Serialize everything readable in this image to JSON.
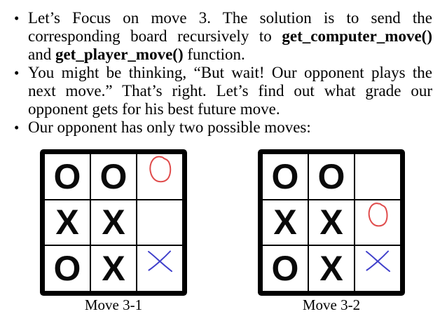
{
  "slide": {
    "background": "#ffffff",
    "text_color": "#000000"
  },
  "list": {
    "marker": "•"
  },
  "bullets": [
    {
      "lines": [
        [
          {
            "text": "Let’s Focus on move 3. The solution is to send the",
            "bold": false
          }
        ],
        [
          {
            "text": "corresponding board recursively to ",
            "bold": false
          },
          {
            "text": "get_computer_move()",
            "bold": true
          }
        ],
        [
          {
            "text": "and ",
            "bold": false
          },
          {
            "text": "get_player_move()",
            "bold": true
          },
          {
            "text": " function.",
            "bold": false
          }
        ]
      ]
    },
    {
      "lines": [
        [
          {
            "text": "You might be thinking, “But wait! Our opponent plays the",
            "bold": false
          }
        ],
        [
          {
            "text": "next move.” That’s right. Let’s find out what grade our",
            "bold": false
          }
        ],
        [
          {
            "text": "opponent gets for his best future move.",
            "bold": false
          }
        ]
      ]
    },
    {
      "lines": [
        [
          {
            "text": "Our opponent has only two possible moves:",
            "bold": false
          }
        ]
      ]
    }
  ],
  "boards": [
    {
      "caption": "Move 3-1",
      "cells": [
        [
          {
            "mark": "O"
          },
          {
            "mark": "O"
          },
          {
            "mark": "",
            "annotation": "red-circle"
          }
        ],
        [
          {
            "mark": "X"
          },
          {
            "mark": "X"
          },
          {
            "mark": ""
          }
        ],
        [
          {
            "mark": "O"
          },
          {
            "mark": "X"
          },
          {
            "mark": "",
            "annotation": "blue-x"
          }
        ]
      ]
    },
    {
      "caption": "Move 3-2",
      "cells": [
        [
          {
            "mark": "O"
          },
          {
            "mark": "O"
          },
          {
            "mark": ""
          }
        ],
        [
          {
            "mark": "X"
          },
          {
            "mark": "X"
          },
          {
            "mark": "",
            "annotation": "red-circle"
          }
        ],
        [
          {
            "mark": "O"
          },
          {
            "mark": "X"
          },
          {
            "mark": "",
            "annotation": "blue-x"
          }
        ]
      ]
    }
  ],
  "colors": {
    "annotation_red": "#e04c4c",
    "annotation_blue": "#3f3fcb",
    "board_line": "#000000"
  }
}
